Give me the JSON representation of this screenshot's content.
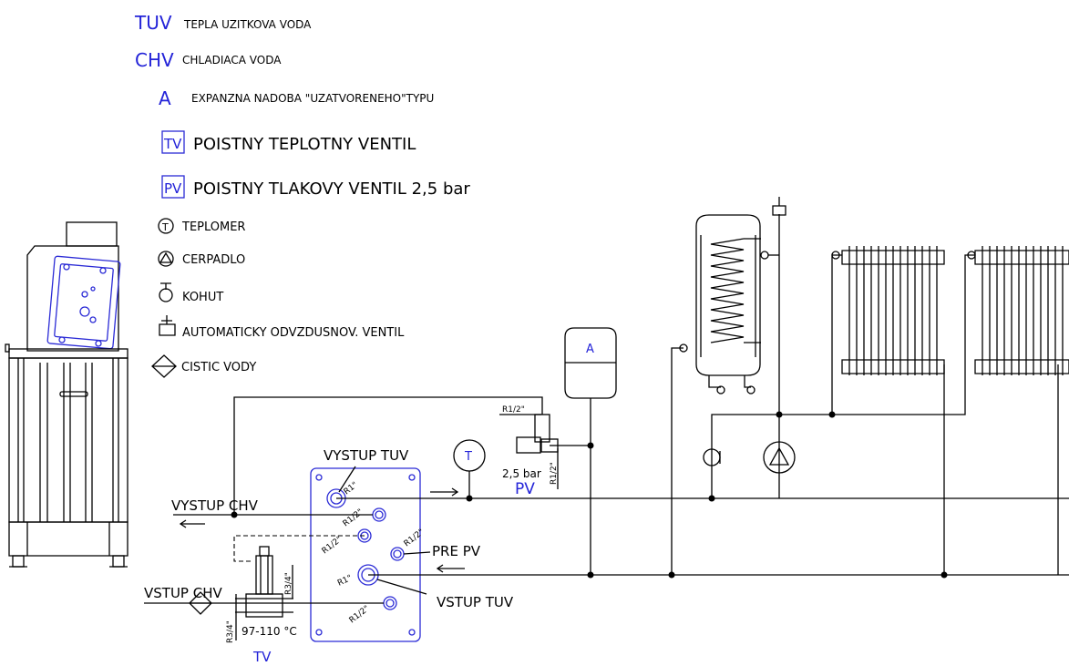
{
  "legend": {
    "tuv_abbr": "TUV",
    "tuv_text": "TEPLA UZITKOVA VODA",
    "chv_abbr": "CHV",
    "chv_text": "CHLADIACA VODA",
    "a_abbr": "A",
    "a_text": "EXPANZNA NADOBA \"UZATVORENEHO\"TYPU",
    "tv_abbr": "TV",
    "tv_text": "POISTNY TEPLOTNY VENTIL",
    "pv_abbr": "PV",
    "pv_text": "POISTNY TLAKOVY VENTIL 2,5 bar",
    "t_symbol": "T",
    "t_text": "TEPLOMER",
    "pump_text": "CERPADLO",
    "kohut_text": "KOHUT",
    "vent_text": "AUTOMATICKY ODVZDUSNOV. VENTIL",
    "filter_text": "CISTIC VODY"
  },
  "labels": {
    "vystup_tuv": "VYSTUP TUV",
    "vystup_chv": "VYSTUP CHV",
    "vstup_chv": "VSTUP CHV",
    "vstup_tuv": "VSTUP TUV",
    "pre_pv": "PRE PV",
    "thermometer": "T",
    "tank_a": "A",
    "pv": "PV",
    "pv_pressure": "2,5 bar",
    "tv": "TV",
    "tv_temp": "97-110 °C",
    "dim_r1_2_top": "R1/2\"",
    "dim_r1_2_pv_vert": "R1/2\"",
    "dim_r1_out": "R1\"",
    "dim_r1_2_a": "R1/2\"",
    "dim_r1_2_b": "R1/2\"",
    "dim_r1_2_c": "R1/2\"",
    "dim_r1_in": "R1\"",
    "dim_r1_2_d": "R1/2\"",
    "dim_r3_4_a": "R3/4\"",
    "dim_r3_4_b": "R3/4\""
  },
  "colors": {
    "line": "#000000",
    "accent_blue": "#2323d8"
  }
}
